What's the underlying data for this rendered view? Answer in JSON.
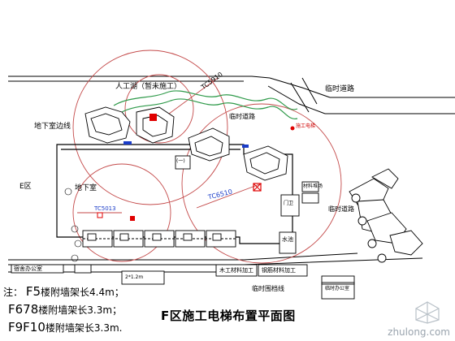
{
  "labels": {
    "artificial_lake": "人工湖（暂未施工）",
    "tc5910": "TC5910",
    "temp_road_top": "临时道路",
    "temp_road_mid": "临时道路",
    "temp_road_right": "临时道路",
    "basement_edge": "地下室边线",
    "e_zone": "E区",
    "basement": "地下室",
    "tc6510": "TC6510",
    "tc5013": "TC5013",
    "water_pool": "水池",
    "dorm": "宿舍办公室",
    "woodshop": "木工材料加工",
    "rebar_shop": "钢筋材料加工",
    "temp_wall": "临时围档线",
    "red_marker": "施工电梯",
    "temp_office": "临时办公室",
    "small_block": "(一)",
    "storage": "材料堆场",
    "guard": "门卫",
    "spec": "2*1.2m"
  },
  "notes": {
    "prefix": "注：",
    "line1_code": "F5",
    "line1_text": "楼附墙架长4.4m；",
    "line2_code": "F678",
    "line2_text": "楼附墙架长3.3m；",
    "line3_code": "F9F10",
    "line3_text": "楼附墙架长3.3m."
  },
  "title": "F区施工电梯布置平面图",
  "watermark": "zhulong.com",
  "colors": {
    "crane_circle": "#c44a4a",
    "lake": "#2f9a4a",
    "red_marker": "#e00000",
    "blue_marker": "#1a3cc8"
  }
}
